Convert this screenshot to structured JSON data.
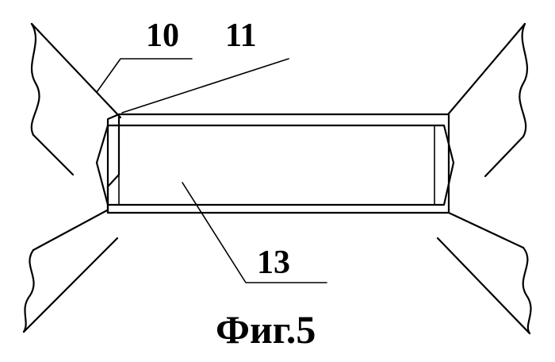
{
  "labels": {
    "ref_10": "10",
    "ref_11": "11",
    "ref_13": "13"
  },
  "caption": "Фиг.5"
}
